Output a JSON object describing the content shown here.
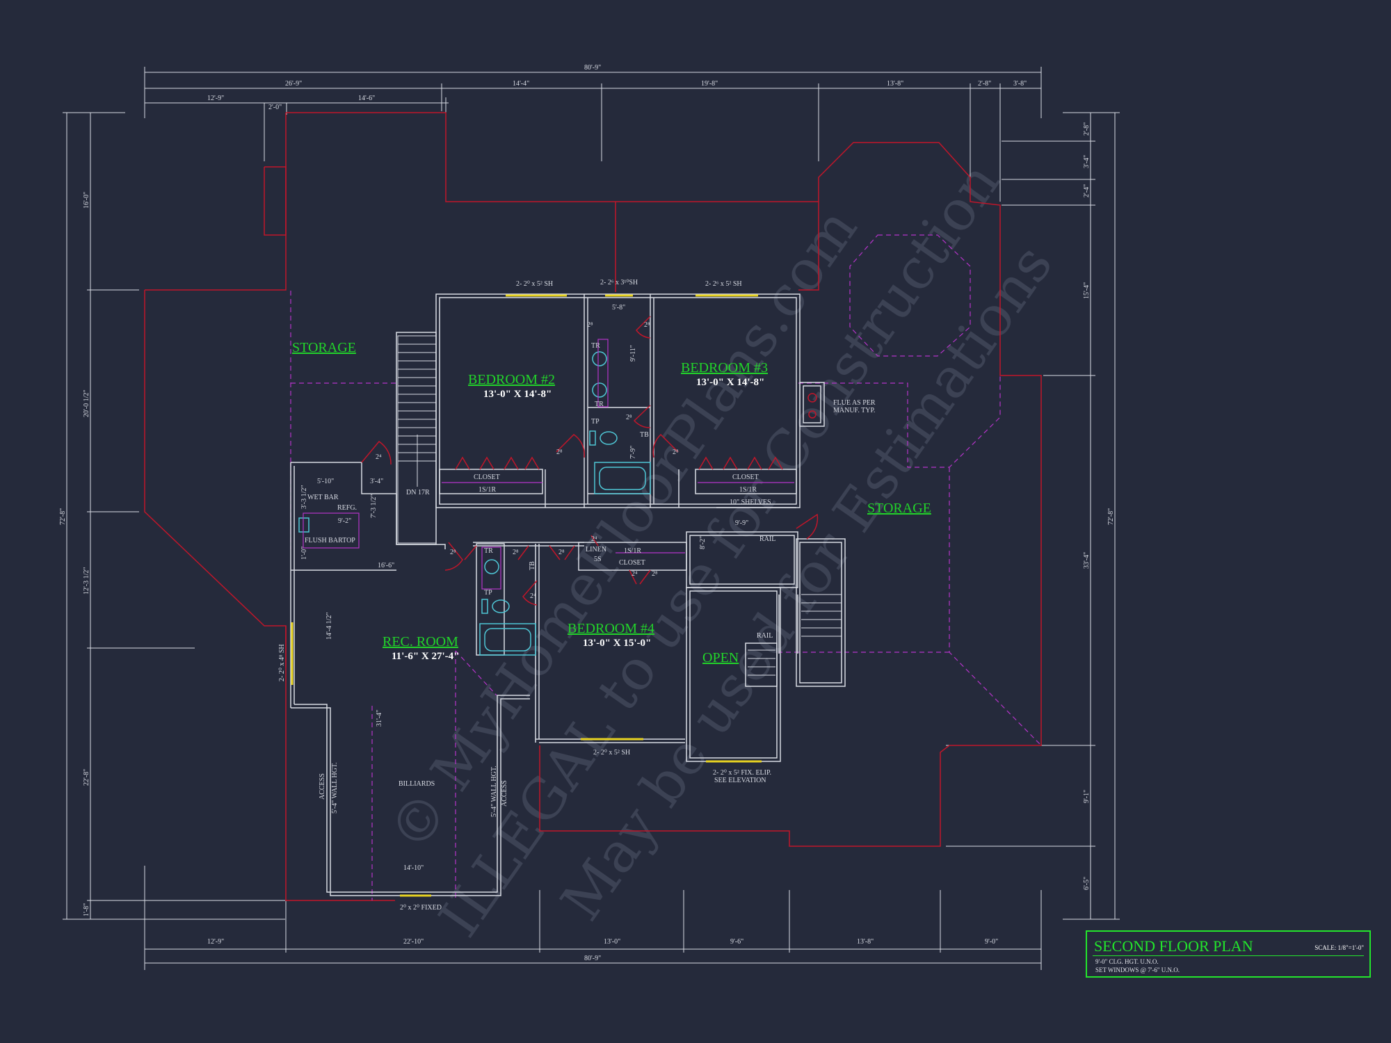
{
  "colors": {
    "background": "#252a3b",
    "roof_line": "#c1162a",
    "wall": "#d9dce4",
    "room_label": "#22d42a",
    "hidden_line": "#b534c9",
    "fixture": "#4fc7d6",
    "window": "#e8d321"
  },
  "watermark": {
    "line1": "© MyHomeFloorPlans.com",
    "line2": "ILLEGAL to use for Construction",
    "line3": "May be used for Estimations"
  },
  "rooms": {
    "storage_left": "STORAGE",
    "storage_right": "STORAGE",
    "bedroom2": {
      "name": "BEDROOM #2",
      "size": "13'-0\" X 14'-8\""
    },
    "bedroom3": {
      "name": "BEDROOM #3",
      "size": "13'-0\" X 14'-8\""
    },
    "bedroom4": {
      "name": "BEDROOM #4",
      "size": "13'-0\" X 15'-0\""
    },
    "rec_room": {
      "name": "REC. ROOM",
      "size": "11'-6\" X 27'-4\""
    },
    "open": "OPEN"
  },
  "top_dims": {
    "overall": "80'-9\"",
    "row2": [
      "26'-9\"",
      "14'-4\"",
      "19'-8\"",
      "13'-8\"",
      "2'-8\"",
      "3'-8\""
    ],
    "row3": [
      "12'-9\"",
      "2'-0\"",
      "14'-6\""
    ]
  },
  "bottom_dims": {
    "row1": [
      "12'-9\"",
      "22'-10\"",
      "13'-0\"",
      "9'-6\"",
      "13'-8\"",
      "9'-0\""
    ],
    "overall": "80'-9\""
  },
  "left_dims": {
    "outer": "72'-8\"",
    "segments": [
      "16'-0\"",
      "20'-0 1/2\"",
      "12'-3 1/2\"",
      "22'-8\"",
      "1'-8\""
    ]
  },
  "right_dims": {
    "outer": "72'-8\"",
    "segments": [
      "2'-8\"",
      "3'-4\"",
      "2'-4\"",
      "15'-4\"",
      "33'-4\"",
      "9'-1\"",
      "6'-5\""
    ]
  },
  "windows": {
    "w1": "2- 2⁰ x 5² SH",
    "w2": "2- 2⁶ x 3¹⁰SH",
    "w3": "2- 2⁶ x 5² SH",
    "w4": "2- 2⁰ x 5² SH",
    "w5": "2- 2⁰ x 5² FIX. ELIP.",
    "w5b": "SEE ELEVATION",
    "w6": "2⁰ x 2⁰ FIXED",
    "w7": "2- 2⁰ x 4⁸ SH"
  },
  "notes": {
    "closet": "CLOSET",
    "closet2": "CLOSET",
    "closet3": "CLOSET",
    "shelf": "1S/1R",
    "shelf2": "1S/1R",
    "shelf3": "1S/1R",
    "shelves": "10\" SHELVES",
    "stair_dn": "DN 17R",
    "wet_bar": "WET BAR",
    "refg": "REFG.",
    "bartop": "FLUSH BARTOP",
    "flue1": "FLUE AS PER",
    "flue2": "MANUF. TYP.",
    "linen": "LINEN",
    "linen_ss": "5S",
    "rail1": "RAIL",
    "rail2": "RAIL",
    "billiards": "BILLIARDS",
    "access1": "ACCESS",
    "access2": "ACCESS",
    "wall_hgt1": "5'-4\" WALL HGT.",
    "wall_hgt2": "5'-4\" WALL HGT.",
    "tr1": "TR",
    "tr2": "TR",
    "tr3": "TR",
    "tp1": "TP",
    "tp2": "TP",
    "tb1": "TB",
    "tb2": "TB"
  },
  "interior_dims": {
    "d1": "5'-8\"",
    "d2": "9'-11\"",
    "d3": "7'-9\"",
    "d4": "5'-10\"",
    "d5": "3'-4\"",
    "d6": "7'-3 1/2\"",
    "d7": "16'-6\"",
    "d8": "14'-4 1/2\"",
    "d9": "31'-4\"",
    "d10": "14'-10\"",
    "d11": "9'-9\"",
    "d12": "8'-2\"",
    "d13": "9'-2\"",
    "d14": "1'-0\"",
    "d15": "3'-3 1/2\""
  },
  "door_marks": [
    "2⁴",
    "2⁸",
    "2⁸",
    "2⁸",
    "2⁸",
    "2⁸",
    "2⁸",
    "2⁸",
    "2⁸",
    "2⁴",
    "2⁴",
    "2⁸",
    "2⁴"
  ],
  "title_block": {
    "title": "SECOND FLOOR PLAN",
    "scale": "SCALE: 1/8\"=1'-0\"",
    "note1": "9'-0\" CLG. HGT. U.N.O.",
    "note2": "SET WINDOWS @ 7'-6\" U.N.O."
  }
}
